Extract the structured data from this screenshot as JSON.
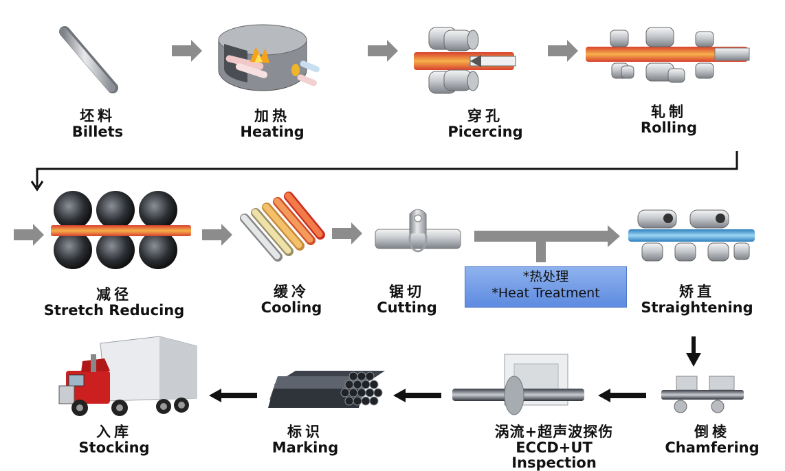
{
  "steps": [
    {
      "id": "billets",
      "zh": "坯料",
      "en": "Billets"
    },
    {
      "id": "heating",
      "zh": "加热",
      "en": "Heating"
    },
    {
      "id": "piercing",
      "zh": "穿孔",
      "en": "Picercing"
    },
    {
      "id": "rolling",
      "zh": "轧制",
      "en": "Rolling"
    },
    {
      "id": "stretch_reducing",
      "zh": "减径",
      "en": "Stretch Reducing"
    },
    {
      "id": "cooling",
      "zh": "缓冷",
      "en": "Cooling"
    },
    {
      "id": "cutting",
      "zh": "锯切",
      "en": "Cutting"
    },
    {
      "id": "straightening",
      "zh": "矫直",
      "en": "Straightening"
    },
    {
      "id": "chamfering",
      "zh": "倒棱",
      "en": "Chamfering"
    },
    {
      "id": "inspection",
      "zh": "涡流+超声波探伤",
      "en": "ECCD+UT Inspection"
    },
    {
      "id": "marking",
      "zh": "标识",
      "en": "Marking"
    },
    {
      "id": "stocking",
      "zh": "入库",
      "en": "Stocking"
    }
  ],
  "heat_treatment": {
    "zh": "*热处理",
    "en": "*Heat Treatment"
  },
  "colors": {
    "arrow_gray": "#8c8c8c",
    "arrow_black": "#111111",
    "hot_pipe": "#e8563a",
    "hot_pipe_core": "#f6b04a",
    "steel": "#b9bcc1",
    "straight_pipe": "#4aa3d8",
    "heat_box": "#7aa0e8",
    "truck_red": "#cc1f1f"
  },
  "icons": [
    "billet-rod-icon",
    "furnace-icon",
    "piercing-mill-icon",
    "rolling-mill-icon",
    "stretch-reducer-icon",
    "cooling-bed-icon",
    "saw-icon",
    "straightener-icon",
    "chamfer-machine-icon",
    "eddy-ultrasonic-tester-icon",
    "pipe-bundle-icon",
    "truck-icon"
  ]
}
